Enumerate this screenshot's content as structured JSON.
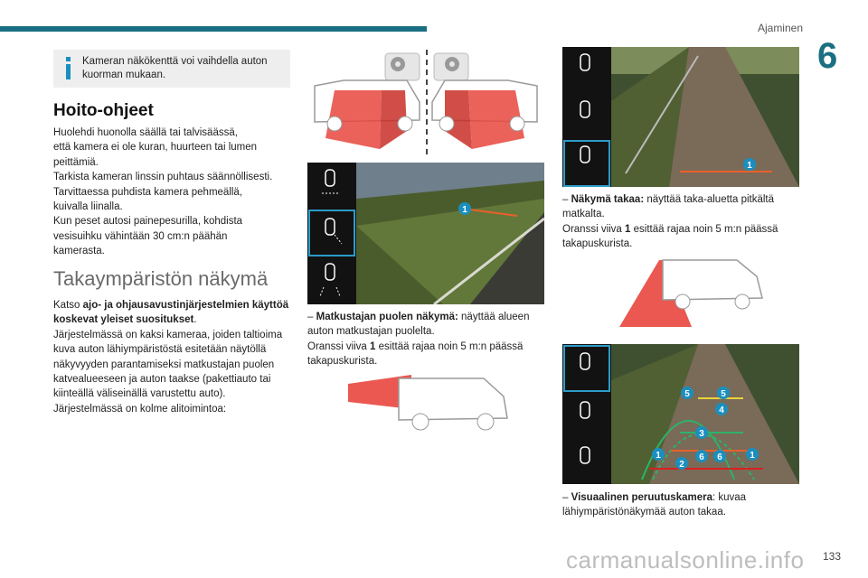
{
  "header": {
    "section": "Ajaminen",
    "chapter": "6"
  },
  "info_box": {
    "text": "Kameran näkökenttä voi vaihdella auton kuorman mukaan."
  },
  "care": {
    "title": "Hoito-ohjeet",
    "text": "Huolehdi huonolla säällä tai talvisäässä,\nettä kamera ei ole kuran, huurteen tai lumen\npeittämiä.\nTarkista kameran linssin puhtaus säännöllisesti.\nTarvittaessa puhdista kamera pehmeällä,\nkuivalla liinalla.\nKun peset autosi painepesurilla, kohdista\nvesisuihku vähintään 30 cm:n päähän\nkamerasta."
  },
  "surround": {
    "title": "Takaympäristön näkymä",
    "p1_pre": "Katso ",
    "p1_bold": "ajo- ja ohjausavustinjärjestelmien käyttöä koskevat yleiset suositukset",
    "p1_post": ".",
    "p2": "Järjestelmässä on kaksi kameraa, joiden taltioima kuva auton lähiympäristöstä esitetään näytöllä näkyvyyden parantamiseksi matkustajan puolen katvealueeseen ja auton taakse (pakettiauto tai kiinteällä väliseinällä varustettu auto).",
    "p3": "Järjestelmässä on kolme alitoimintoa:"
  },
  "captions": {
    "side": {
      "dash": "–",
      "bold": "Matkustajan puolen näkymä:",
      "text": " näyttää alueen auton matkustajan puolelta.",
      "line2_pre": "Oranssi viiva ",
      "line2_num": "1",
      "line2_post": " esittää rajaa noin 5 m:n päässä takapuskurista."
    },
    "rear": {
      "dash": "–",
      "bold": "Näkymä takaa:",
      "text": " näyttää taka-aluetta pitkältä matkalta.",
      "line2_pre": "Oranssi viiva ",
      "line2_num": "1",
      "line2_post": " esittää rajaa noin 5 m:n päässä takapuskurista."
    },
    "visual": {
      "dash": "–",
      "bold": "Visuaalinen peruutuskamera",
      "text": ": kuvaa lähiympäristönäkymää auton takaa."
    }
  },
  "markers": {
    "one": "1",
    "two": "2",
    "three": "3",
    "four": "4",
    "five": "5",
    "six": "6"
  },
  "page_number": "133",
  "watermark": "carmanualsonline.info",
  "colors": {
    "accent": "#1b6f82",
    "marker": "#1a8fbf",
    "orange": "#e8602a",
    "red": "#d82020"
  }
}
